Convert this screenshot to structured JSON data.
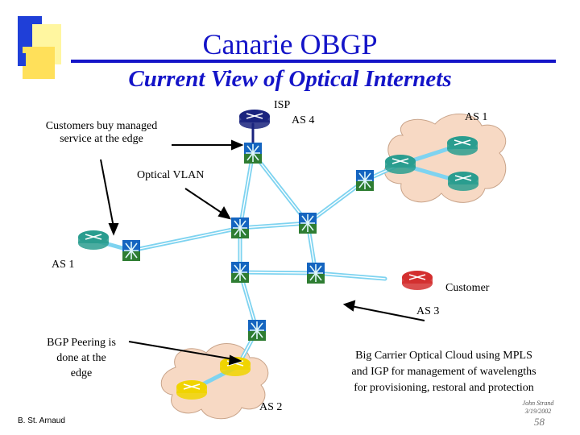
{
  "header": {
    "title": "Canarie OBGP",
    "subtitle": "Current View of Optical Internets"
  },
  "labels": {
    "isp": "ISP",
    "as4": "AS 4",
    "as1_right": "AS 1",
    "as1_left": "AS 1",
    "customers_line1": "Customers buy managed",
    "customers_line2": "service at the edge",
    "optical_vlan": "Optical VLAN",
    "customer": "Customer",
    "as3": "AS 3",
    "bgp_line1": "BGP Peering is",
    "bgp_line2": "done at the",
    "bgp_line3": "edge",
    "carrier_line1": "Big Carrier Optical Cloud using MPLS",
    "carrier_line2": "and IGP for management of wavelengths",
    "carrier_line3": "for provisioning, restoral and protection",
    "as2": "AS 2"
  },
  "footer": {
    "author": "B. St. Arnaud",
    "credit_line1": "John Strand",
    "credit_line2": "3/19/2002",
    "page": "58"
  },
  "colors": {
    "title_blue": "#1414c8",
    "router_navy": "#1a237e",
    "router_teal": "#2a9d8f",
    "router_red": "#d32f2f",
    "router_yellow": "#f0d400",
    "switch_blue": "#1565c0",
    "switch_green": "#2e7d32",
    "cloud_fill": "#f7d9c4"
  },
  "icons": [
    "router-icon",
    "optical-switch-icon",
    "cloud-shape",
    "annotation-arrow"
  ]
}
